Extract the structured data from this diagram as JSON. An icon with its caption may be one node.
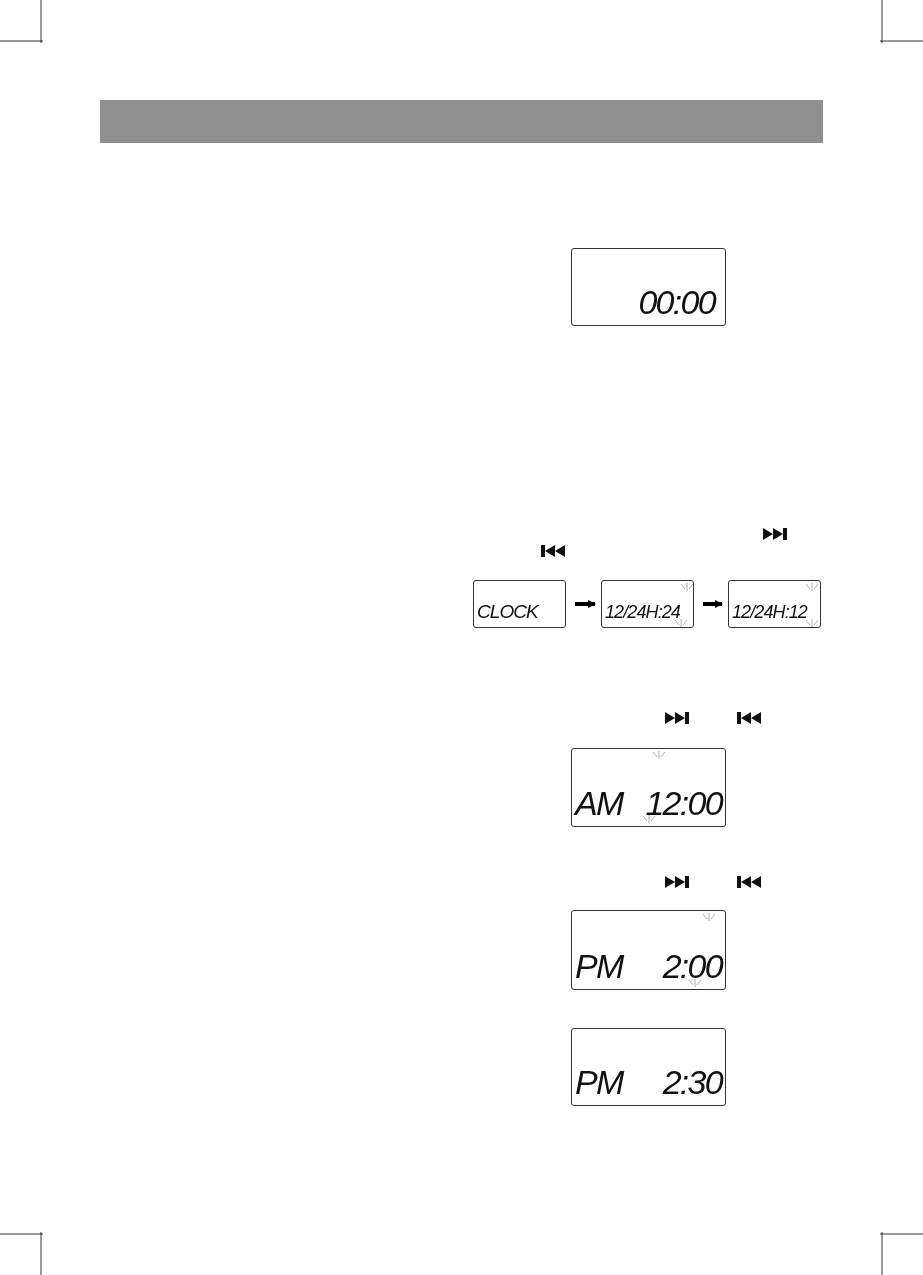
{
  "diagram": {
    "nodes": [
      {
        "text": [
          "00:00"
        ]
      },
      {
        "text": [
          "CLOCK"
        ]
      },
      {
        "text": [
          "12/24H:24"
        ]
      },
      {
        "text": [
          "12/24H:12"
        ]
      },
      {
        "text": [
          "AM",
          "12:00"
        ]
      },
      {
        "text": [
          "PM",
          "2:00"
        ]
      },
      {
        "text": [
          "PM",
          "2:30"
        ]
      }
    ],
    "edges": [
      {
        "from": 1,
        "to": 2,
        "arrow": "to"
      },
      {
        "from": 2,
        "to": 3,
        "arrow": "to"
      }
    ]
  }
}
